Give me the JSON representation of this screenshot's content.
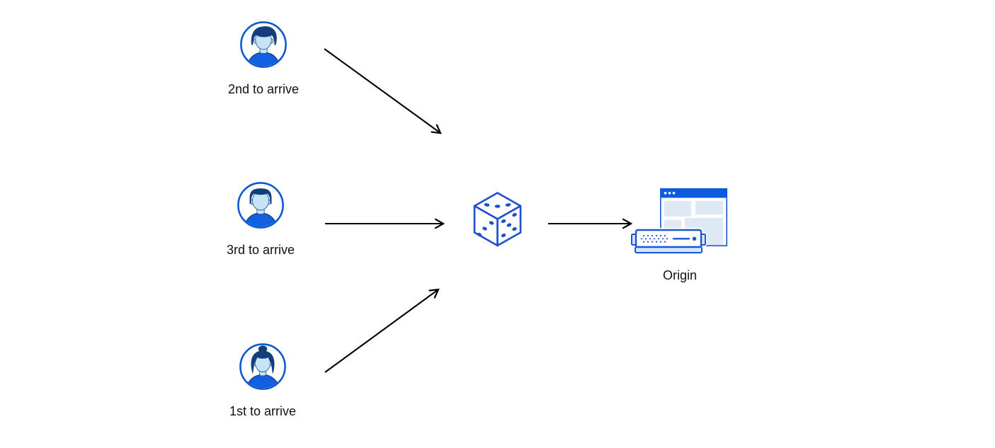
{
  "diagram": {
    "description": "Three visitors arriving in different order are routed through a random selector (dice) to a single origin server",
    "canvas": {
      "background": "#ffffff"
    },
    "colors": {
      "avatar_ring_blue": "#0c59d2",
      "shirt_blue": "#1160e0",
      "hair_navy": "#123e7c",
      "face_light_blue": "#c7e4f6",
      "dice_blue": "#1e4fd0",
      "browser_bar_blue": "#0b5bdb",
      "panel_light": "#dfe9f4",
      "server_light_blue": "#d3e9fa",
      "outline_blue": "#1c55d4",
      "arrow_black": "#000000",
      "text_black": "#111111"
    },
    "nodes": {
      "visitor_top": {
        "label": "2nd to arrive",
        "icon": "user-male-avatar-icon"
      },
      "visitor_middle": {
        "label": "3rd to arrive",
        "icon": "user-male-avatar-icon"
      },
      "visitor_bottom": {
        "label": "1st to arrive",
        "icon": "user-female-avatar-icon"
      },
      "selector": {
        "label": "",
        "icon": "dice-icon"
      },
      "origin": {
        "label": "Origin",
        "icon": "origin-server-icon"
      }
    },
    "edges": [
      {
        "from": "visitor_top",
        "to": "selector"
      },
      {
        "from": "visitor_middle",
        "to": "selector"
      },
      {
        "from": "visitor_bottom",
        "to": "selector"
      },
      {
        "from": "selector",
        "to": "origin"
      }
    ]
  }
}
